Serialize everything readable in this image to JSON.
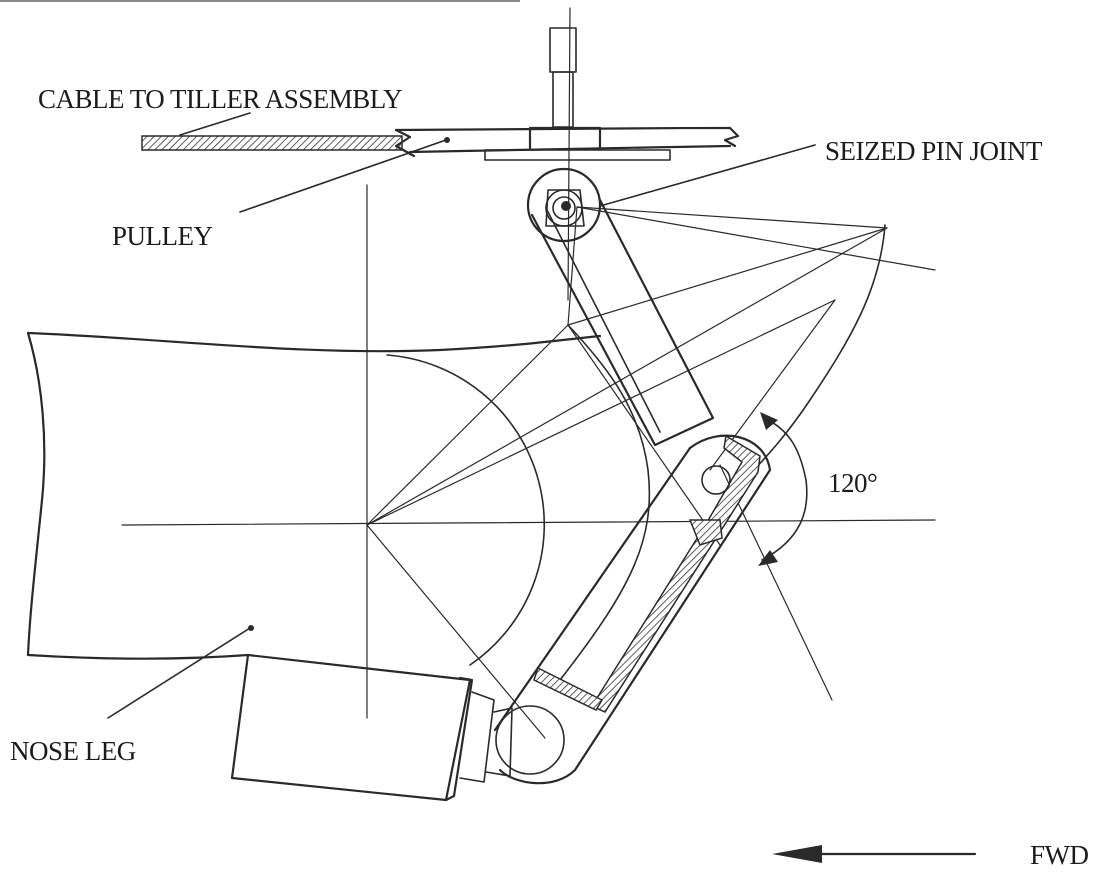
{
  "diagram": {
    "labels": {
      "cable": "CABLE TO TILLER ASSEMBLY",
      "pulley": "PULLEY",
      "seized_pin": "SEIZED PIN JOINT",
      "angle": "120°",
      "nose_leg": "NOSE LEG",
      "fwd": "FWD"
    }
  }
}
